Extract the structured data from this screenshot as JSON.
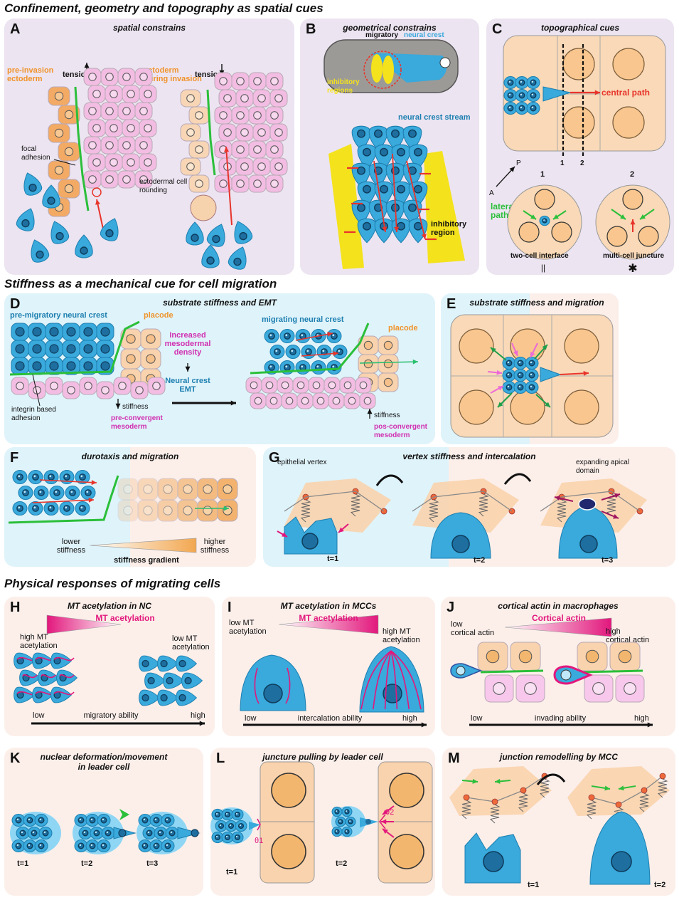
{
  "sections": {
    "s1": "Confinement, geometry and topography as spatial cues",
    "s2": "Stiffness as a mechanical cue for cell migration",
    "s3": "Physical responses of migrating cells"
  },
  "colors": {
    "crest": "#3aa9dc",
    "ecto": "#f6c99a",
    "meso": "#f3bde3",
    "green": "#2bbf3a",
    "red": "#e8342b",
    "magenta": "#e2177c",
    "yellow": "#f4e21c"
  },
  "A": {
    "letter": "A",
    "title": "spatial constrains",
    "pre_invasion": "pre-invasion\nectoderm",
    "tension_up": "tension",
    "ecto_invasion": "ectoderm\nduring invasion",
    "tension_down": "tension",
    "focal": "focal\nadhesion",
    "rounding": "ectodermal cell\nrounding"
  },
  "B": {
    "letter": "B",
    "title": "geometrical constrains",
    "migratory": "migratory",
    "neural_crest": "neural crest",
    "inhibitory_regions": "inhibitory\nregions",
    "stream": "neural crest stream",
    "inhibitory_region": "inhibitory\nregion"
  },
  "C": {
    "letter": "C",
    "title": "topographical cues",
    "central_path": "central path",
    "n1": "1",
    "n2": "2",
    "axis_a": "A",
    "axis_p": "P",
    "lateral_path": "lateral\npath",
    "two_cell": "two-cell interface",
    "multi_cell": "multi-cell juncture"
  },
  "D": {
    "letter": "D",
    "title": "substrate stiffness and EMT",
    "pre_migratory": "pre-migratory neural crest",
    "placode1": "placode",
    "increased": "Increased\nmesodermal\ndensity",
    "emt": "Neural crest\nEMT",
    "migrating": "migrating neural crest",
    "placode2": "placode",
    "integrin": "integrin based\nadhesion",
    "stiffness_low": "stiffness",
    "pre_conv": "pre-convergent\nmesoderm",
    "stiffness_high": "stiffness",
    "pos_conv": "pos-convergent\nmesoderm"
  },
  "E": {
    "letter": "E",
    "title": "substrate stiffness and migration"
  },
  "F": {
    "letter": "F",
    "title": "durotaxis and migration",
    "lower": "lower\nstiffness",
    "higher": "higher\nstiffness",
    "gradient": "stiffness gradient"
  },
  "G": {
    "letter": "G",
    "title": "vertex stiffness and intercalation",
    "vertex": "epithelial vertex",
    "expanding": "expanding apical\ndomain",
    "t1": "t=1",
    "t2": "t=2",
    "t3": "t=3"
  },
  "H": {
    "letter": "H",
    "title": "MT acetylation in NC",
    "grad": "MT acetylation",
    "high": "high MT\nacetylation",
    "low": "low MT\nacetylation",
    "axis_low": "low",
    "axis_label": "migratory ability",
    "axis_high": "high"
  },
  "I": {
    "letter": "I",
    "title": "MT acetylation in MCCs",
    "grad": "MT acetylation",
    "low": "low MT\nacetylation",
    "high": "high MT\nacetylation",
    "axis_low": "low",
    "axis_label": "intercalation ability",
    "axis_high": "high"
  },
  "J": {
    "letter": "J",
    "title": "cortical actin in macrophages",
    "grad": "Cortical actin",
    "low": "low\ncortical actin",
    "high": "high\ncortical actin",
    "axis_low": "low",
    "axis_label": "invading ability",
    "axis_high": "high"
  },
  "K": {
    "letter": "K",
    "title": "nuclear deformation/movement\nin leader cell",
    "t1": "t=1",
    "t2": "t=2",
    "t3": "t=3"
  },
  "L": {
    "letter": "L",
    "title": "juncture pulling by leader cell",
    "theta1": "θ1",
    "theta2": "θ2",
    "t1": "t=1",
    "t2": "t=2"
  },
  "M": {
    "letter": "M",
    "title": "junction remodelling by MCC",
    "t1": "t=1",
    "t2": "t=2"
  }
}
